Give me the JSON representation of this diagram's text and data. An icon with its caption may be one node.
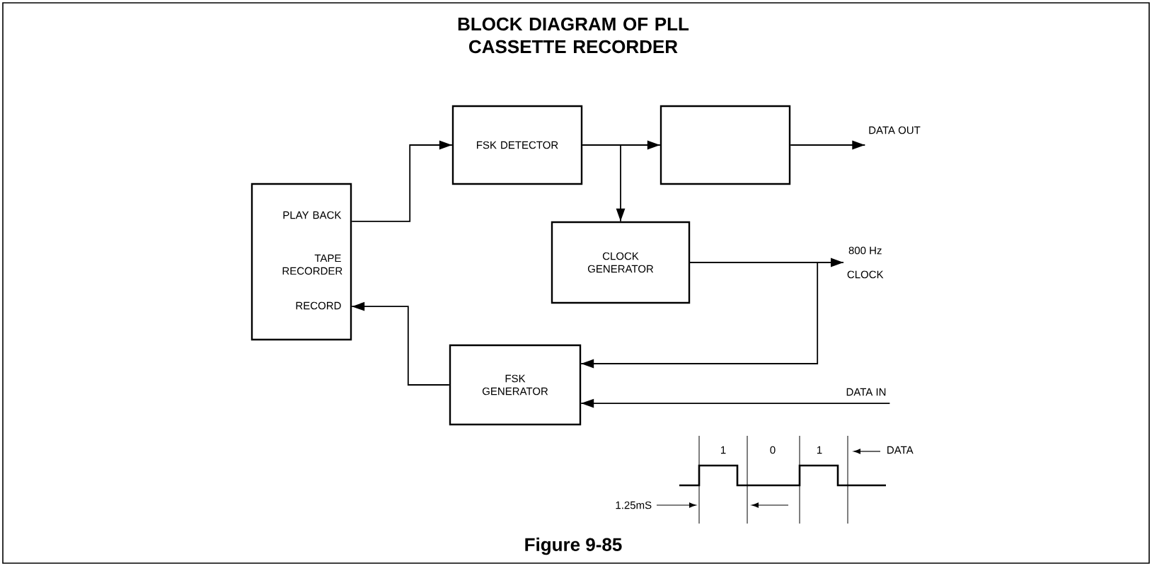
{
  "diagram": {
    "title": "BLOCK DIAGRAM OF PLL CASSETTE RECORDER",
    "caption": "Figure 9-85",
    "nodes": [
      {
        "text": [
          "PLAY BACK",
          "TAPE RECORDER",
          "RECORD"
        ]
      },
      {
        "text": [
          "FSK DETECTOR"
        ]
      },
      {
        "text": [],
        "shape": "box"
      },
      {
        "text": [
          "CLOCK GENERATOR"
        ]
      },
      {
        "text": [
          "FSK GENERATOR"
        ]
      },
      {
        "text": [
          "DATA OUT"
        ]
      },
      {
        "text": [
          "800 Hz",
          "CLOCK"
        ]
      },
      {
        "text": [
          "DATA IN"
        ]
      }
    ],
    "edges": [
      {
        "from": 0,
        "to": 1,
        "arrow": "to"
      },
      {
        "from": 1,
        "to": 2,
        "arrow": "to"
      },
      {
        "from": 1,
        "to": 3,
        "arrow": "to"
      },
      {
        "from": 2,
        "to": 5,
        "arrow": "to"
      },
      {
        "from": 3,
        "to": 6,
        "arrow": "to"
      },
      {
        "from": 3,
        "to": 4,
        "arrow": "to"
      },
      {
        "from": 7,
        "to": 4,
        "arrow": "to"
      },
      {
        "from": 4,
        "to": 0,
        "arrow": "to"
      }
    ],
    "labels": [
      "1",
      "0",
      "1",
      "DATA",
      "1.25mS"
    ]
  }
}
